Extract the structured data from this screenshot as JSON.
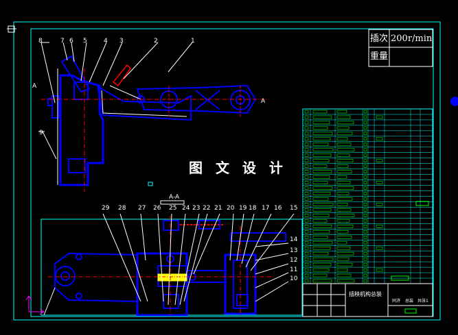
{
  "drawing": {
    "title_block": {
      "speed_label": "插次",
      "speed_value": "200r/min",
      "weight_label": "重量",
      "assembly_title": "插秧机构总装",
      "bottom_label_left": "同济",
      "bottom_label_mid": "总装",
      "bottom_label_right": "共张1"
    },
    "watermark": "图 文 设 计",
    "section_label": "A-A",
    "section_mark_left": "A",
    "section_mark_right": "A",
    "top_callouts": [
      "8",
      "7",
      "6",
      "5",
      "4",
      "3",
      "2",
      "1"
    ],
    "left_callout": "9",
    "bottom_callouts": [
      "29",
      "28",
      "27",
      "26",
      "25",
      "24",
      "23",
      "22",
      "21",
      "20",
      "19",
      "18",
      "17",
      "16",
      "15"
    ],
    "right_callouts": [
      "14",
      "13",
      "12",
      "11",
      "10"
    ],
    "colors": {
      "frame": "#00ffff",
      "part": "#0000ff",
      "leader": "#ffffff",
      "center": "#ff0000",
      "accent": "#ffff00",
      "cursor": "#ff00ff"
    }
  }
}
